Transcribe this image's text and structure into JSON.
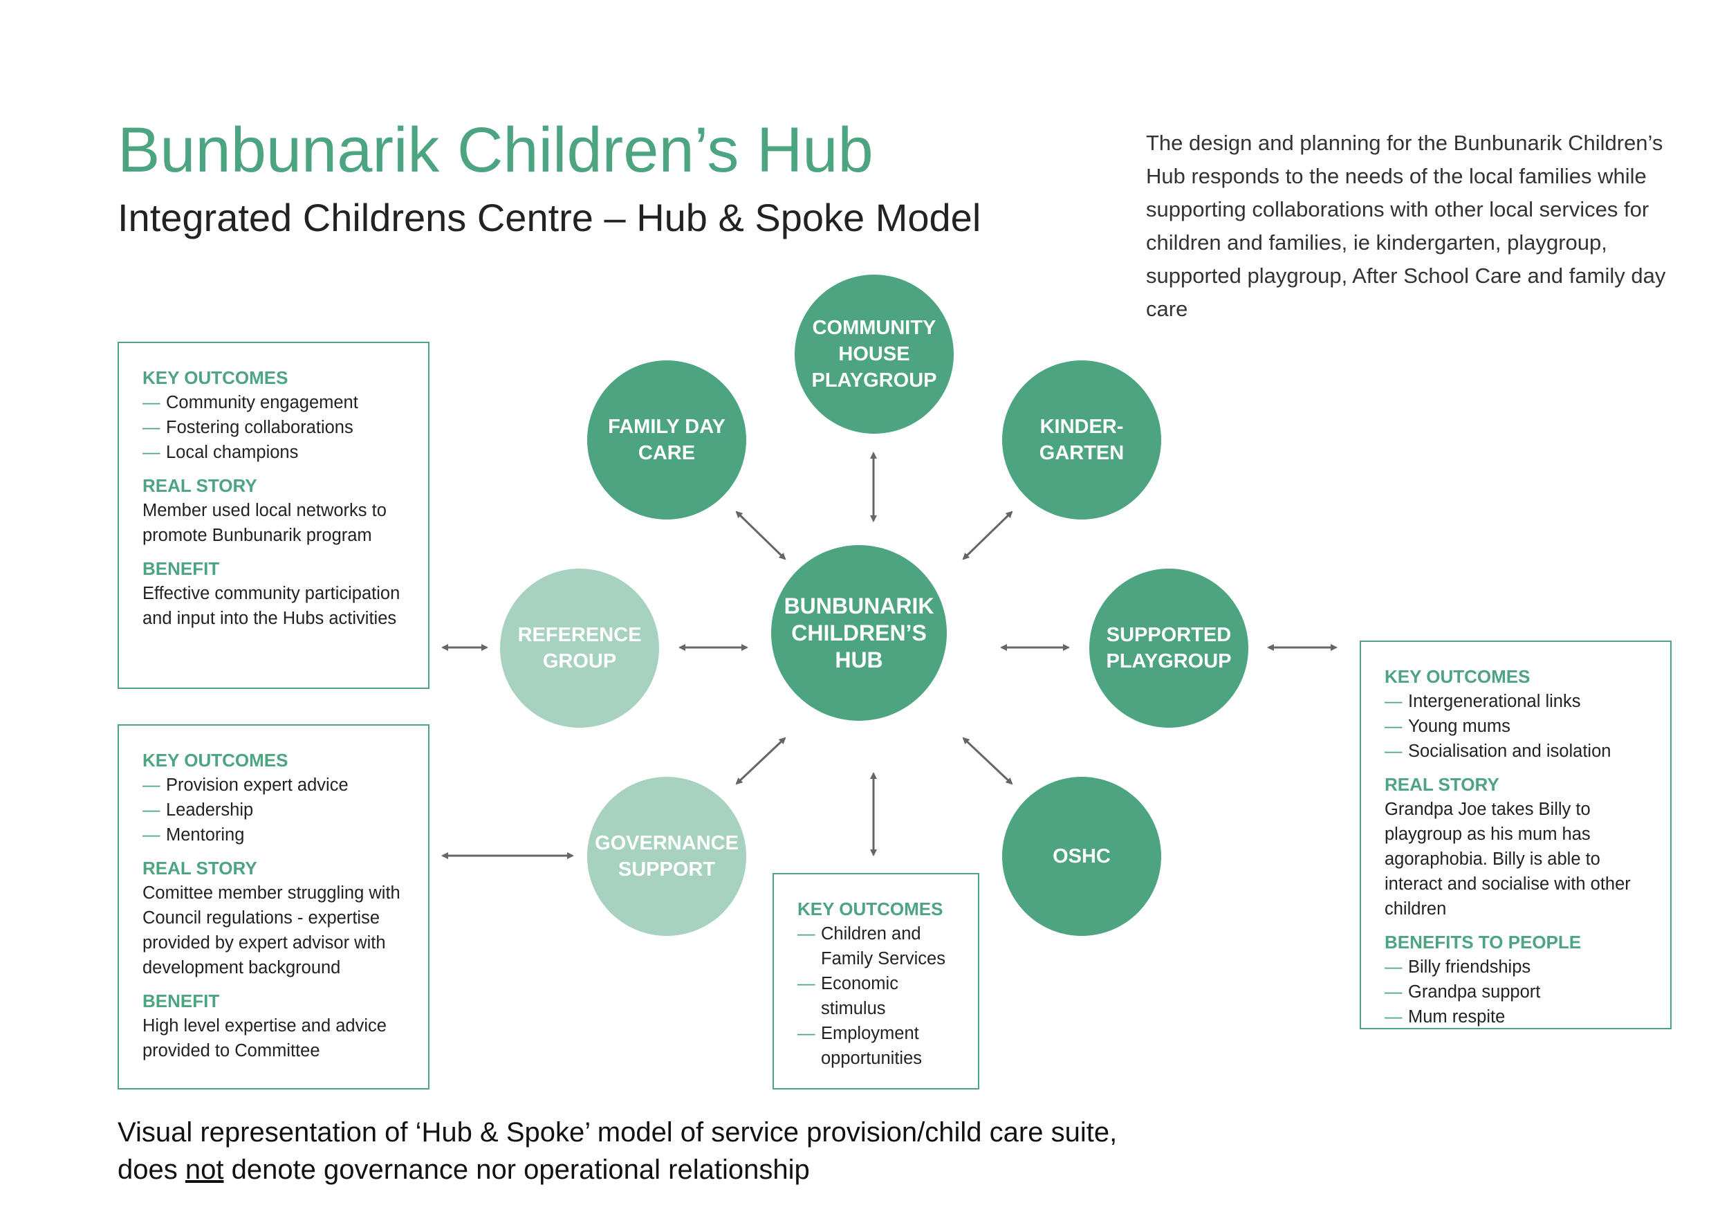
{
  "header": {
    "title": "Bunbunarik Children’s Hub",
    "subtitle": "Integrated Childrens Centre – Hub & Spoke Model",
    "intro": "The design and planning for the Bunbunarik Children’s Hub responds to the needs of the local families while supporting collaborations with other local services for children and families, ie kindergarten, playgroup, supported playgroup, After School Care and family day care"
  },
  "diagram": {
    "hub": "BUNBUNARIK\nCHILDREN’S\nHUB",
    "community_house_playgroup": "COMMUNITY\nHOUSE\nPLAYGROUP",
    "family_day_care": "FAMILY DAY\nCARE",
    "kindergarten": "KINDER-\nGARTEN",
    "reference_group": "REFERENCE\nGROUP",
    "supported_playgroup": "SUPPORTED\nPLAYGROUP",
    "governance_support": "GOVERNANCE\nSUPPORT",
    "oshc": "OSHC"
  },
  "colors": {
    "primary_green": "#4da481",
    "light_green": "#a8d2c0",
    "arrow_grey": "#666666"
  },
  "boxes": {
    "reference": {
      "key_outcomes_heading": "KEY OUTCOMES",
      "outcomes": [
        "Community engagement",
        "Fostering collaborations",
        "Local champions"
      ],
      "real_story_heading": "REAL STORY",
      "real_story": "Member used local networks to promote Bunbunarik program",
      "benefit_heading": "BENEFIT",
      "benefit": "Effective community participation and input into the Hubs activities"
    },
    "governance": {
      "key_outcomes_heading": "KEY OUTCOMES",
      "outcomes": [
        "Provision expert advice",
        "Leadership",
        "Mentoring"
      ],
      "real_story_heading": "REAL STORY",
      "real_story": "Comittee member struggling with Council regulations - expertise provided by expert advisor with development background",
      "benefit_heading": "BENEFIT",
      "benefit": "High level expertise and advice provided to Committee"
    },
    "hub_bottom": {
      "key_outcomes_heading": "KEY OUTCOMES",
      "outcomes": [
        "Children and Family Services",
        "Economic stimulus",
        "Employment opportunities"
      ]
    },
    "supported": {
      "key_outcomes_heading": "KEY OUTCOMES",
      "outcomes": [
        "Intergenerational links",
        "Young mums",
        "Socialisation and isolation"
      ],
      "real_story_heading": "REAL STORY",
      "real_story": "Grandpa Joe takes Billy to playgroup as his mum has agoraphobia. Billy is able to interact and socialise with other children",
      "benefits_heading": "BENEFITS TO PEOPLE",
      "benefits": [
        "Billy friendships",
        "Grandpa support",
        "Mum respite"
      ]
    }
  },
  "footer": {
    "line1": "Visual representation of ‘Hub & Spoke’ model of service provision/child care suite,",
    "line2_pre": "does ",
    "line2_underlined": "not",
    "line2_post": " denote governance nor operational relationship",
    "dash": "—"
  }
}
